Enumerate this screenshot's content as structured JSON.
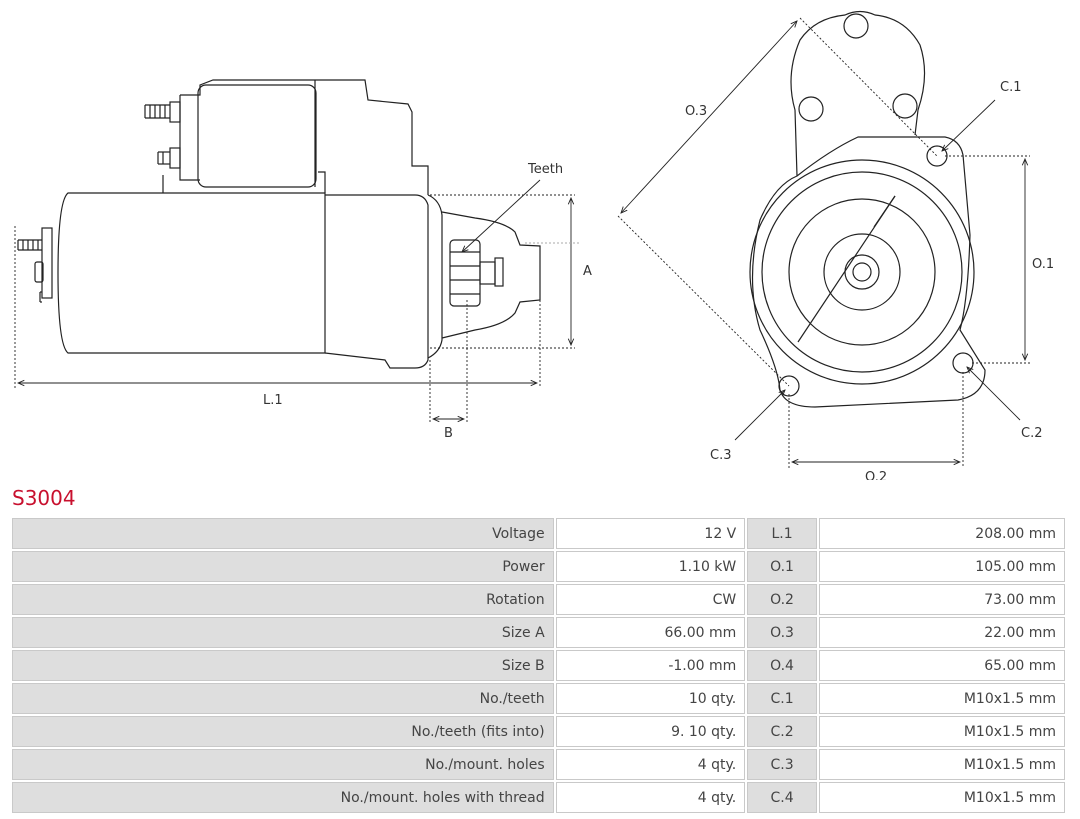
{
  "drawing": {
    "labels": {
      "teeth": "Teeth",
      "a": "A",
      "b": "B",
      "l1": "L.1",
      "o1": "O.1",
      "o2": "O.2",
      "o3": "O.3",
      "c1": "C.1",
      "c2": "C.2",
      "c3": "C.3"
    }
  },
  "part_code": "S3004",
  "specs": {
    "rows": [
      {
        "label": "Voltage",
        "value": "12 V",
        "dim": "L.1",
        "dim_value": "208.00 mm"
      },
      {
        "label": "Power",
        "value": "1.10 kW",
        "dim": "O.1",
        "dim_value": "105.00 mm"
      },
      {
        "label": "Rotation",
        "value": "CW",
        "dim": "O.2",
        "dim_value": "73.00 mm"
      },
      {
        "label": "Size A",
        "value": "66.00 mm",
        "dim": "O.3",
        "dim_value": "22.00 mm"
      },
      {
        "label": "Size B",
        "value": "-1.00 mm",
        "dim": "O.4",
        "dim_value": "65.00 mm"
      },
      {
        "label": "No./teeth",
        "value": "10 qty.",
        "dim": "C.1",
        "dim_value": "M10x1.5 mm"
      },
      {
        "label": "No./teeth (fits into)",
        "value": "9. 10 qty.",
        "dim": "C.2",
        "dim_value": "M10x1.5 mm"
      },
      {
        "label": "No./mount. holes",
        "value": "4 qty.",
        "dim": "C.3",
        "dim_value": "M10x1.5 mm"
      },
      {
        "label": "No./mount. holes with thread",
        "value": "4 qty.",
        "dim": "C.4",
        "dim_value": "M10x1.5 mm"
      }
    ]
  }
}
